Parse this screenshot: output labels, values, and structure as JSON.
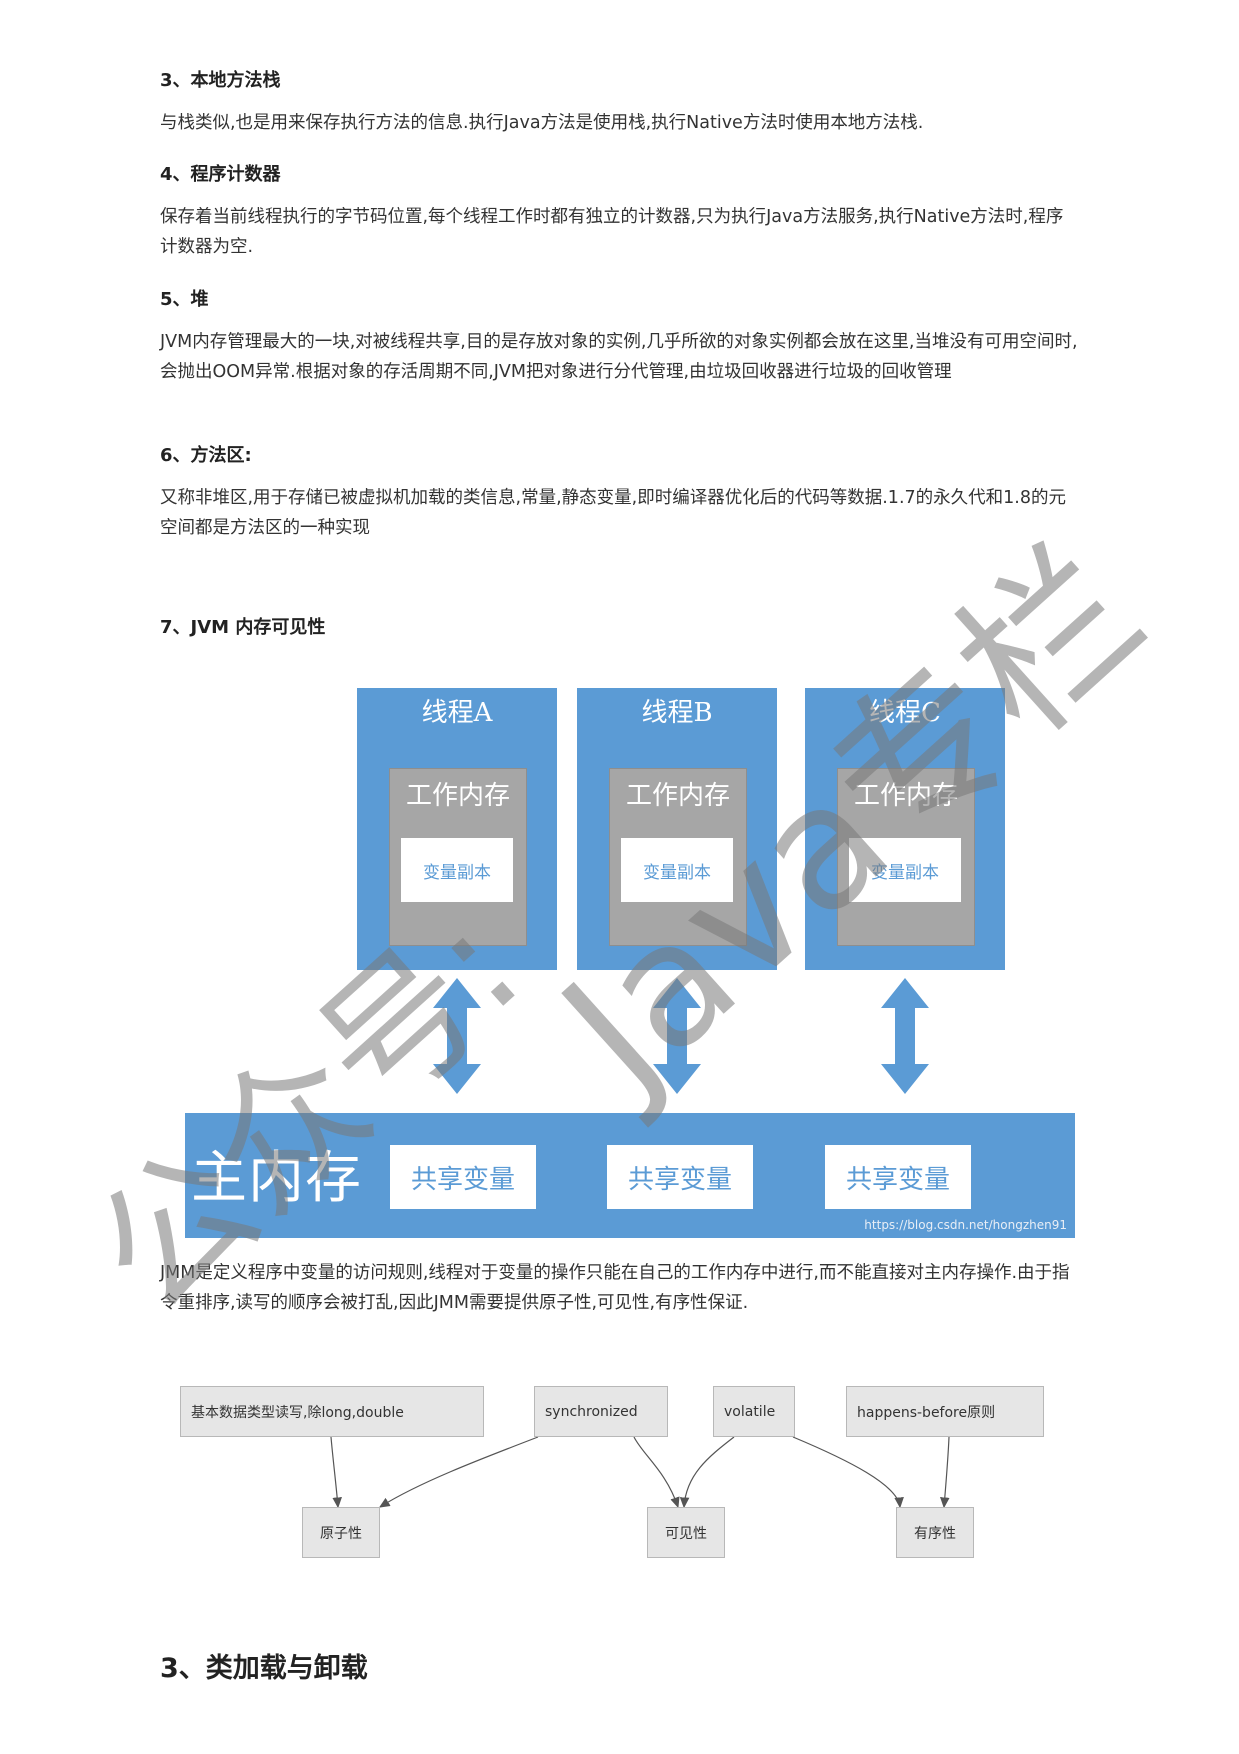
{
  "sections": [
    {
      "heading": "3、本地方法栈",
      "text": "与栈类似,也是用来保存执行方法的信息.执行Java方法是使用栈,执行Native方法时使用本地方法栈."
    },
    {
      "heading": "4、程序计数器",
      "text": "保存着当前线程执行的字节码位置,每个线程工作时都有独立的计数器,只为执行Java方法服务,执行Native方法时,程序计数器为空."
    },
    {
      "heading": "5、堆",
      "text": "JVM内存管理最大的一块,对被线程共享,目的是存放对象的实例,几乎所欲的对象实例都会放在这里,当堆没有可用空间时,会抛出OOM异常.根据对象的存活周期不同,JVM把对象进行分代管理,由垃圾回收器进行垃圾的回收管理"
    },
    {
      "heading": "6、方法区:",
      "text": "又称非堆区,用于存储已被虚拟机加载的类信息,常量,静态变量,即时编译器优化后的代码等数据.1.7的永久代和1.8的元空间都是方法区的一种实现"
    },
    {
      "heading": "7、JVM 内存可见性"
    }
  ],
  "jmm_figure": {
    "threads": [
      {
        "title": "线程A",
        "work_memory": "工作内存",
        "copy": "变量副本"
      },
      {
        "title": "线程B",
        "work_memory": "工作内存",
        "copy": "变量副本"
      },
      {
        "title": "线程C",
        "work_memory": "工作内存",
        "copy": "变量副本"
      }
    ],
    "main_memory": "主内存",
    "shared": [
      "共享变量",
      "共享变量",
      "共享变量"
    ],
    "credit": "https://blog.csdn.net/hongzhen91",
    "thread_color": "#5b9bd5",
    "work_color": "#a6a6a6"
  },
  "jmm_text": "JMM是定义程序中变量的访问规则,线程对于变量的操作只能在自己的工作内存中进行,而不能直接对主内存操作.由于指令重排序,读写的顺序会被打乱,因此JMM需要提供原子性,可见性,有序性保证.",
  "props_figure": {
    "sources": [
      "基本数据类型读写,除long,double",
      "synchronized",
      "volatile",
      "happens-before原则"
    ],
    "targets": [
      "原子性",
      "可见性",
      "有序性"
    ]
  },
  "next_heading": "3、类加载与卸载",
  "watermark": {
    "text1": "公众号:",
    "text2": "Java专栏"
  }
}
